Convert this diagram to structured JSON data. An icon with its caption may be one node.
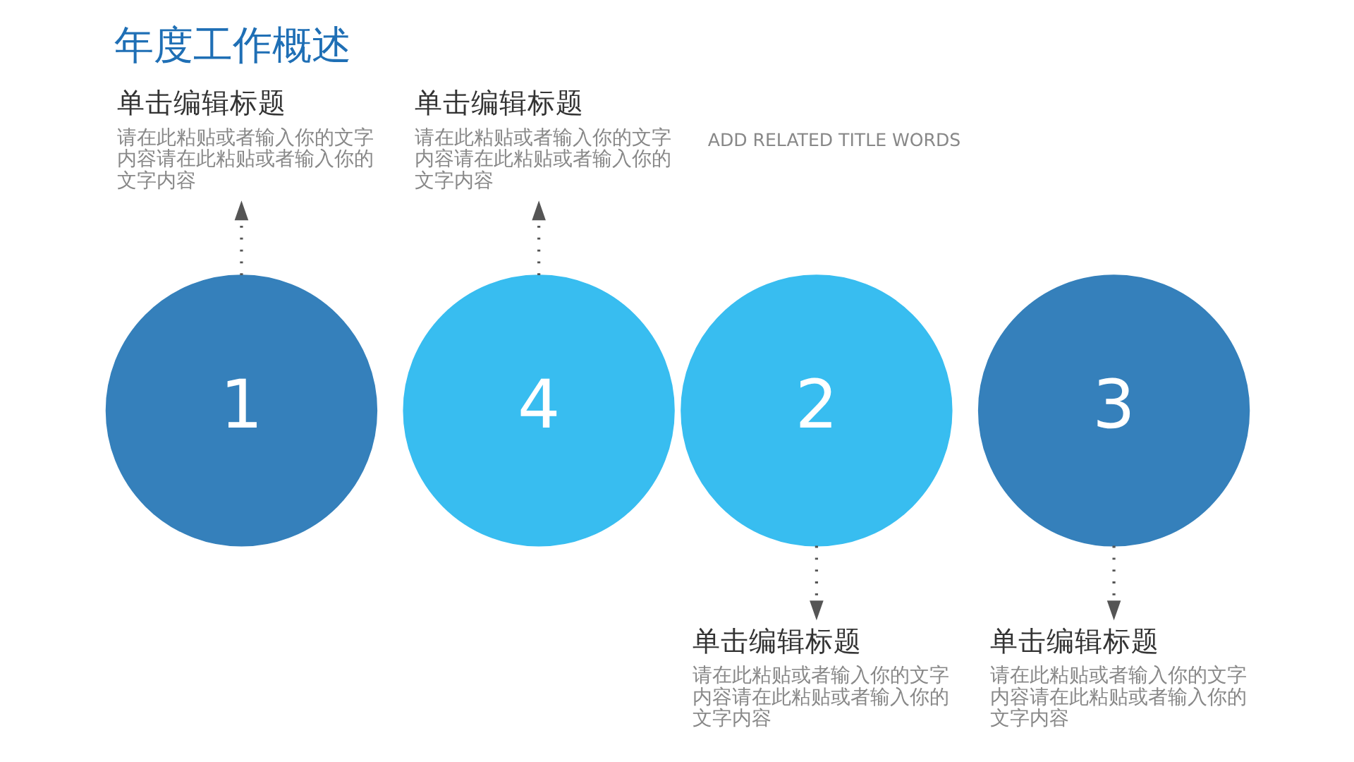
{
  "diagram": {
    "title": "年度工作概述",
    "nodes": [
      {
        "text": [
          "单击编辑标题",
          "请在此粘贴或者输入你的文字内容请在此粘贴或者输入你的文字内容"
        ]
      },
      {
        "text": [
          "单击编辑标题",
          "请在此粘贴或者输入你的文字内容请在此粘贴或者输入你的文字内容"
        ]
      },
      {
        "text": [
          "1"
        ]
      },
      {
        "text": [
          "2"
        ]
      },
      {
        "text": [
          "3"
        ]
      },
      {
        "text": [
          "4"
        ]
      },
      {
        "text": [
          "单击编辑标题",
          "请在此粘贴或者输入你的文字内容请在此粘贴或者输入你的文字内容"
        ]
      },
      {
        "text": [
          "单击编辑标题",
          "请在此粘贴或者输入你的文字内容请在此粘贴或者输入你的文字内容"
        ]
      }
    ],
    "edges": [
      {
        "from": 2,
        "to": 0,
        "arrow": "to",
        "style": "dashed"
      },
      {
        "from": 5,
        "to": 1,
        "arrow": "to",
        "style": "dashed"
      },
      {
        "from": 3,
        "to": 6,
        "arrow": "to",
        "style": "dashed"
      },
      {
        "from": 4,
        "to": 7,
        "arrow": "to",
        "style": "dashed"
      }
    ],
    "labels": [
      "ADD RELATED TITLE WORDS"
    ]
  }
}
